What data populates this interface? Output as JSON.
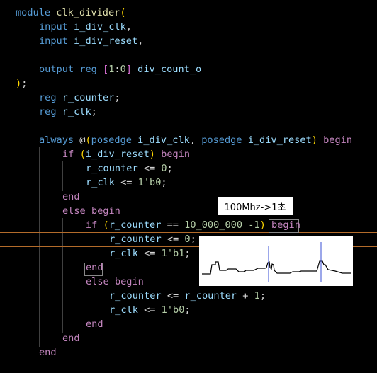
{
  "code": {
    "l1_module": "module",
    "l1_name": "clk_divider",
    "l1_paren": "(",
    "l2_kw": "input",
    "l2_id": "i_div_clk",
    "l2_p": ",",
    "l3_kw": "input",
    "l3_id": "i_div_reset",
    "l3_p": ",",
    "l5_kw": "output reg",
    "l5_open": "[",
    "l5_n1": "1",
    "l5_colon": ":",
    "l5_n0": "0",
    "l5_close": "]",
    "l5_id": "div_count_o",
    "l6_close": ")",
    "l6_semi": ";",
    "l7_kw": "reg",
    "l7_id": "r_counter",
    "l7_semi": ";",
    "l8_kw": "reg",
    "l8_id": "r_clk",
    "l8_semi": ";",
    "l10_always": "always",
    "l10_at": "@",
    "l10_open": "(",
    "l10_pos1": "posedge",
    "l10_id1": "i_div_clk",
    "l10_comma": ",",
    "l10_pos2": "posedge",
    "l10_id2": "i_div_reset",
    "l10_close": ")",
    "l10_begin": "begin",
    "l11_if": "if",
    "l11_open": "(",
    "l11_id": "i_div_reset",
    "l11_close": ")",
    "l11_begin": "begin",
    "l12_id": "r_counter",
    "l12_op": "<=",
    "l12_num": "0",
    "l12_semi": ";",
    "l13_id": "r_clk",
    "l13_op": "<=",
    "l13_num": "1'b0",
    "l13_semi": ";",
    "l14_end": "end",
    "l15_else": "else",
    "l15_begin": "begin",
    "l16_if": "if",
    "l16_open": "(",
    "l16_id": "r_counter",
    "l16_op": "==",
    "l16_num1": "10_000_000",
    "l16_minus": "-1",
    "l16_close": ")",
    "l16_begin": "begin",
    "l17_id": "r_counter",
    "l17_op": "<=",
    "l17_num": "0",
    "l17_semi": ";",
    "l18_id": "r_clk",
    "l18_op": "<=",
    "l18_num": "1'b1",
    "l18_semi": ";",
    "l19_end": "end",
    "l20_else": "else",
    "l20_begin": "begin",
    "l21_id1": "r_counter",
    "l21_op": "<=",
    "l21_id2": "r_counter",
    "l21_plus": "+",
    "l21_num": "1",
    "l21_semi": ";",
    "l22_id": "r_clk",
    "l22_op": "<=",
    "l22_num": "1'b0",
    "l22_semi": ";",
    "l23_end": "end",
    "l24_end": "end",
    "l25_end": "end"
  },
  "annotation": {
    "label": "100Mhz->1초"
  },
  "colors": {
    "background": "#000000",
    "keyword": "#569cd6",
    "control": "#c586c0",
    "identifier": "#9cdcfe",
    "number": "#b5cea8",
    "function": "#dcdcaa",
    "bracket": "#ffd700",
    "current_line": "#b36b2a",
    "wave": "#000000",
    "marker": "#3a4fd6"
  }
}
